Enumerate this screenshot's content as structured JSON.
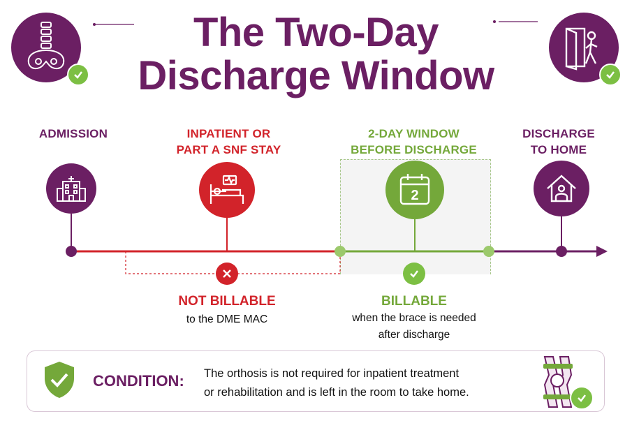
{
  "title": {
    "line1": "The Two-Day",
    "line2": "Discharge Window"
  },
  "colors": {
    "purple": "#6b1f63",
    "red": "#d2232a",
    "green": "#74a83a",
    "check_green": "#7cbf43"
  },
  "stages": [
    {
      "line1": "ADMISSION",
      "line2": "",
      "icon": "hospital-icon"
    },
    {
      "line1": "INPATIENT OR",
      "line2": "PART A SNF STAY",
      "icon": "hospital-bed-icon"
    },
    {
      "line1": "2-DAY WINDOW",
      "line2": "BEFORE DISCHARGE",
      "icon": "calendar-icon",
      "calendar_number": "2"
    },
    {
      "line1": "DISCHARGE",
      "line2": "TO HOME",
      "icon": "home-icon"
    }
  ],
  "not_billable": {
    "heading": "NOT BILLABLE",
    "text": "to the DME MAC",
    "icon": "x-icon"
  },
  "billable": {
    "heading": "BILLABLE",
    "text_line1": "when the brace is needed",
    "text_line2": "after discharge",
    "icon": "check-icon"
  },
  "condition": {
    "label": "CONDITION:",
    "text_line1": "The orthosis is not required for inpatient treatment",
    "text_line2": "or rehabilitation and is left in the room to take home.",
    "icon": "shield-check-icon"
  },
  "corner_icons": {
    "left": "spine-pelvis-icon",
    "right": "door-exit-icon",
    "brace": "knee-brace-icon"
  }
}
